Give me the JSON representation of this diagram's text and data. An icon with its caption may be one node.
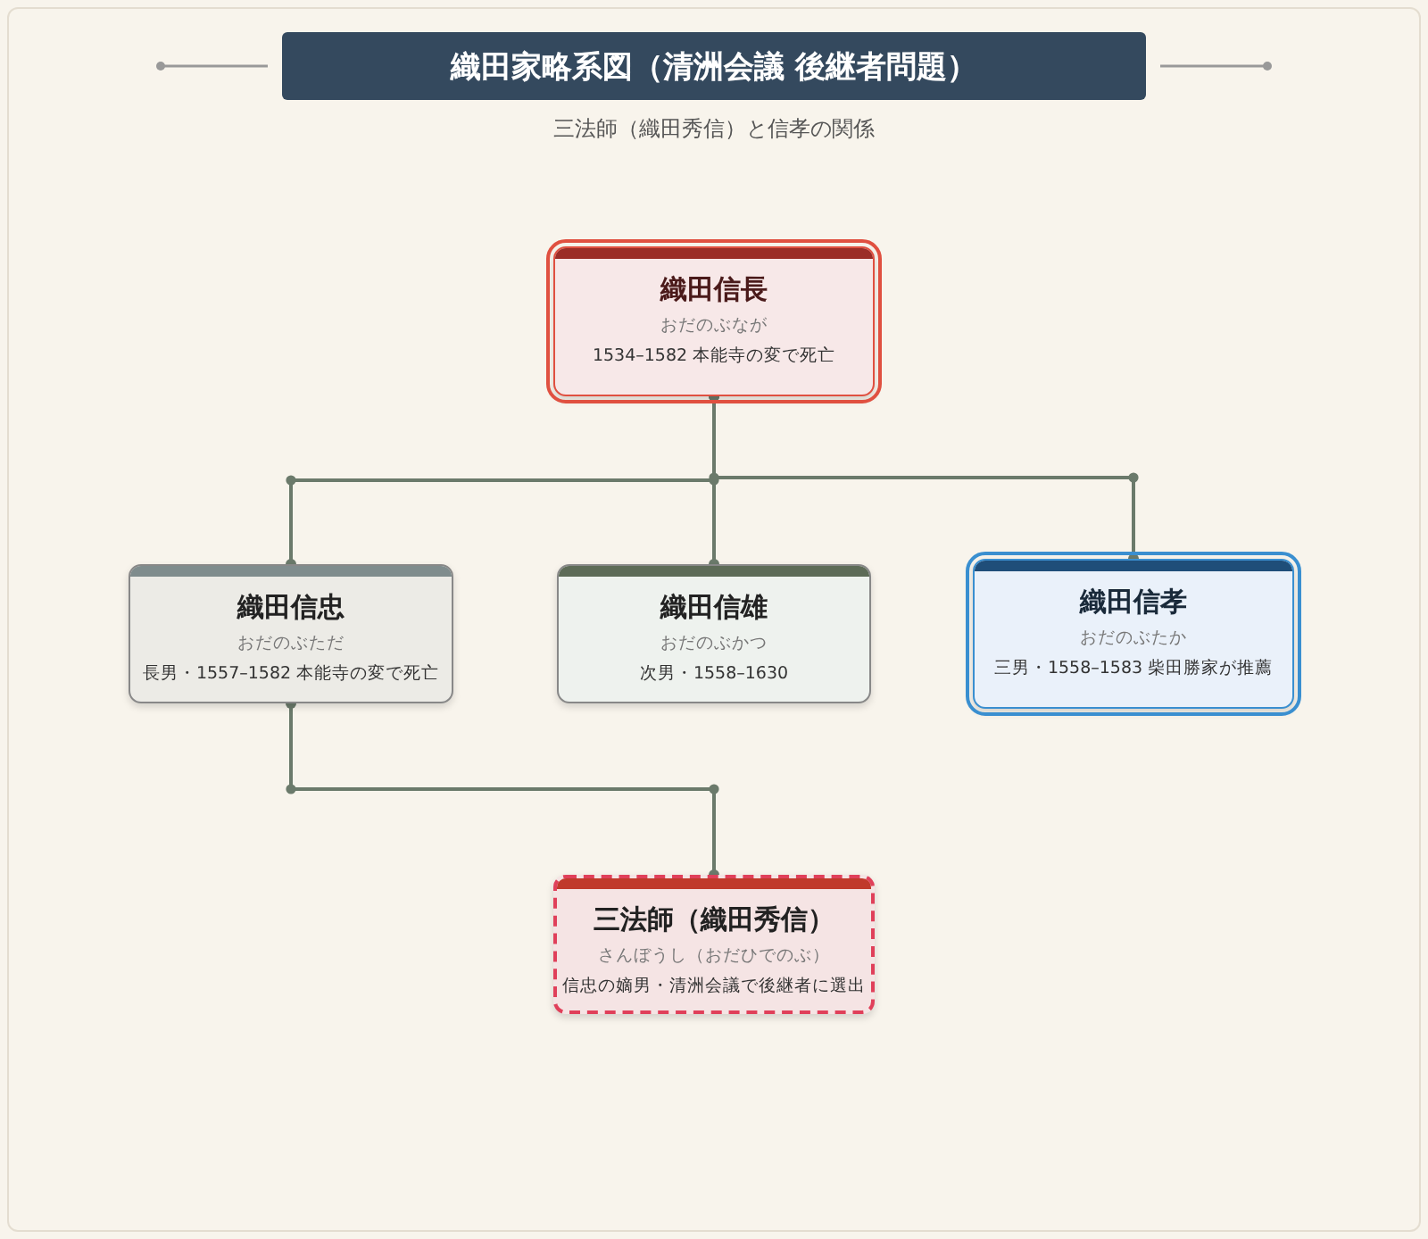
{
  "diagram": {
    "title": "織田家略系図（清洲会議 後継者問題）",
    "nodes": [
      {
        "text": [
          "織田信長",
          "おだのぶなが",
          "1534–1582 本能寺の変で死亡"
        ]
      },
      {
        "text": [
          "織田信忠",
          "おだのぶただ",
          "長男・1557–1582 本能寺の変で死亡"
        ]
      },
      {
        "text": [
          "織田信雄",
          "おだのぶかつ",
          "次男・1558–1630"
        ]
      },
      {
        "text": [
          "織田信孝",
          "おだのぶたか",
          "三男・1558–1583 柴田勝家が推薦"
        ]
      },
      {
        "text": [
          "三法師（織田秀信）",
          "さんぼうし（おだひでのぶ）",
          "信忠の嫡男・清洲会議で後継者に選出"
        ]
      }
    ],
    "edges": [
      {
        "from": 0,
        "to": 1,
        "arrow": "other"
      },
      {
        "from": 0,
        "to": 2,
        "arrow": "other"
      },
      {
        "from": 0,
        "to": 3,
        "arrow": "other"
      },
      {
        "from": 1,
        "to": 4,
        "arrow": "other"
      }
    ],
    "labels": [
      "三法師（織田秀信）と信孝の関係"
    ]
  }
}
